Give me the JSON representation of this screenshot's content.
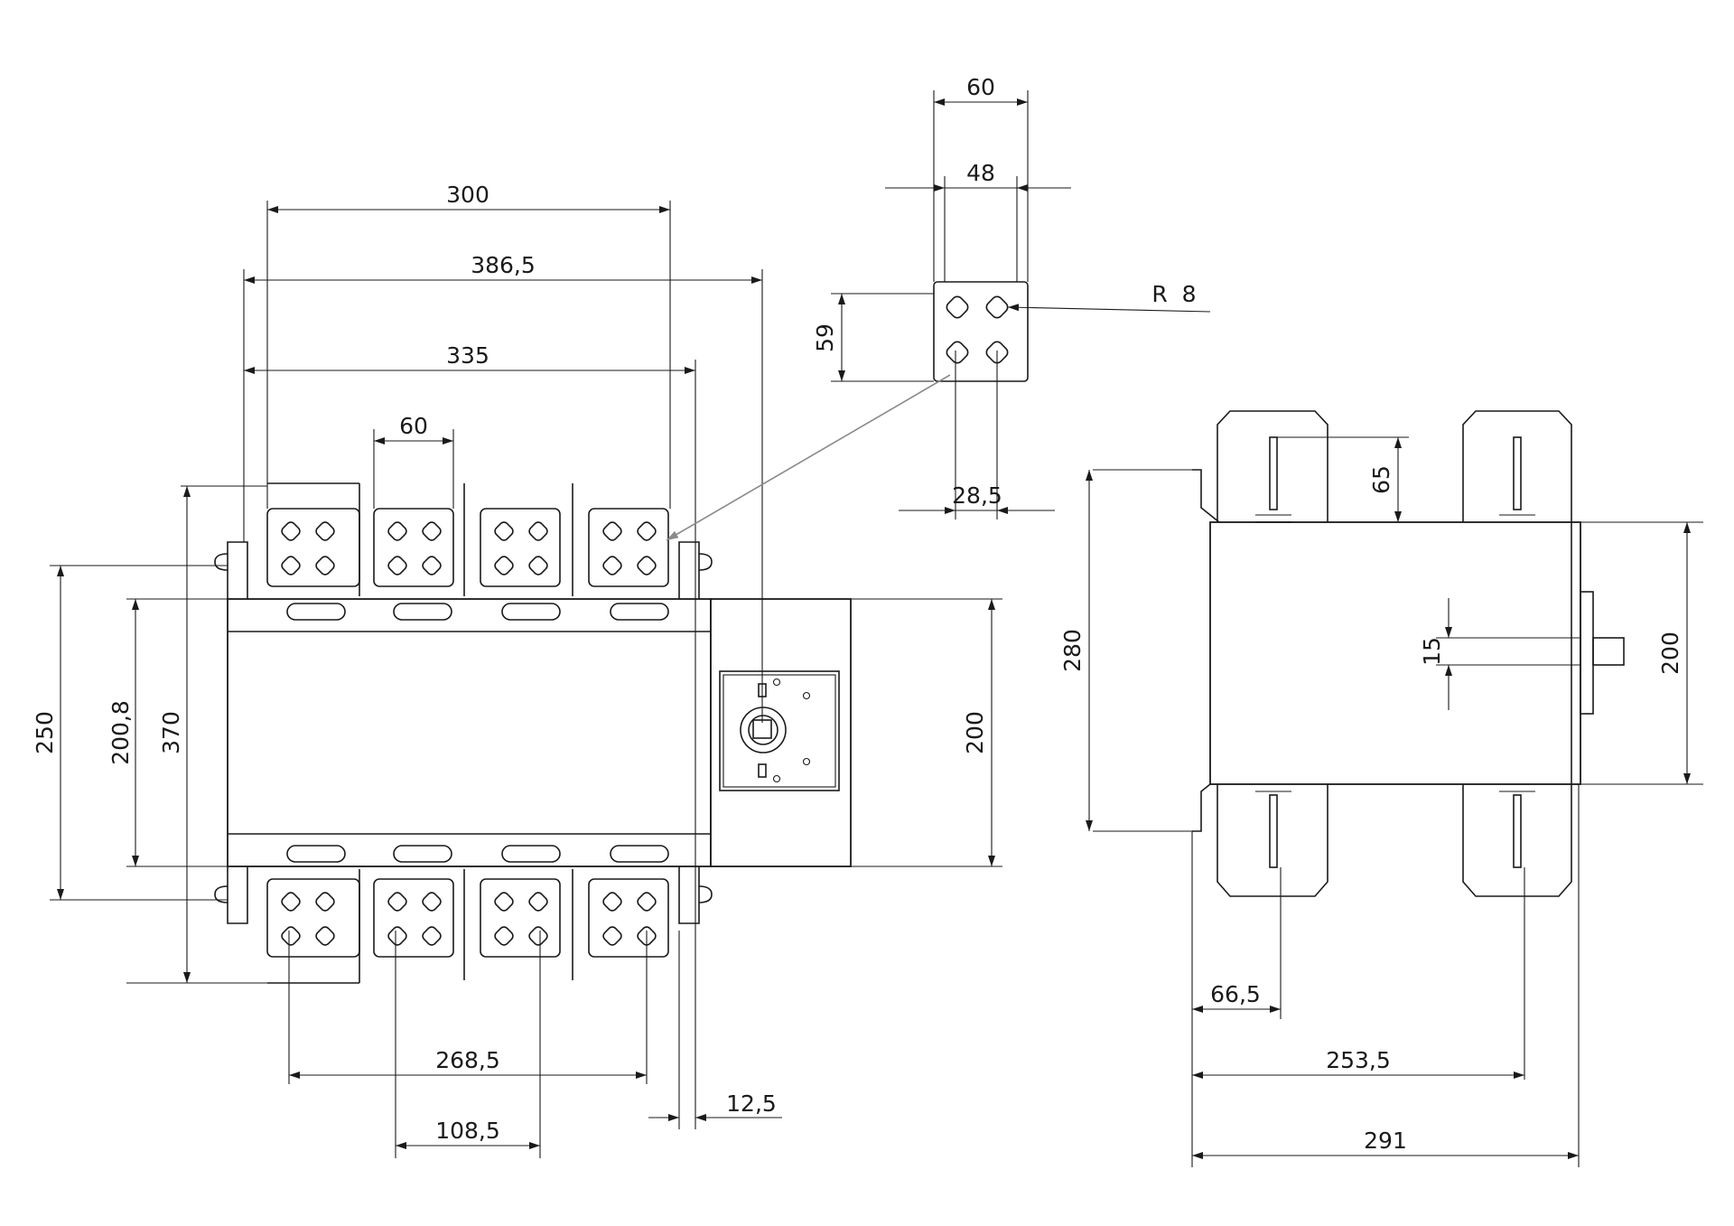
{
  "dimensions": {
    "front_300": "300",
    "front_386_5": "386,5",
    "front_335": "335",
    "front_60": "60",
    "front_250": "250",
    "front_200_8": "200,8",
    "front_370": "370",
    "front_200": "200",
    "front_268_5": "268,5",
    "front_108_5": "108,5",
    "front_12_5": "12,5",
    "detail_60": "60",
    "detail_48": "48",
    "detail_59": "59",
    "detail_r8": "R  8",
    "detail_28_5": "28,5",
    "side_65": "65",
    "side_280": "280",
    "side_15": "15",
    "side_200": "200",
    "side_66_5": "66,5",
    "side_253_5": "253,5",
    "side_291": "291"
  },
  "colors": {
    "line": "#1a1a1a",
    "leader": "#8a8a8a",
    "background": "#ffffff"
  }
}
